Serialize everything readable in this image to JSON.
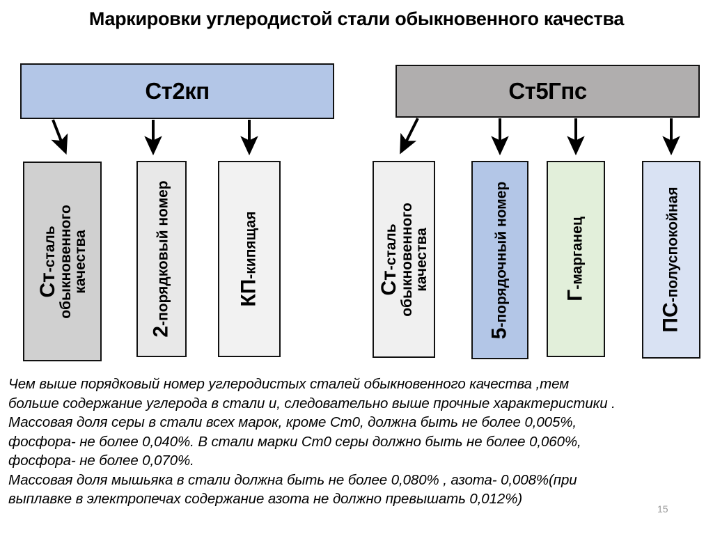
{
  "slide": {
    "title": "Маркировки  углеродистой стали обыкновенного  качества",
    "page_number": "15"
  },
  "colors": {
    "header_left_bg": "#b3c6e7",
    "header_right_bg": "#b0aeae",
    "box_gray": "#d0d0d0",
    "box_light": "#e8e8e8",
    "box_white": "#f2f2f2",
    "box_blue": "#b3c6e7",
    "box_green": "#e2efda",
    "box_paleblue": "#d9e2f3",
    "outline": "#111111",
    "page_number": "#999999"
  },
  "groups": [
    {
      "id": "left",
      "header": "Ст2кп",
      "components": [
        {
          "code": "Ст",
          "desc": "-сталь",
          "desc_line2": "обыкновенного",
          "desc_line3": "качества"
        },
        {
          "code": "2",
          "desc": "-порядковый номер",
          "desc_line2": "",
          "desc_line3": ""
        },
        {
          "code": "КП",
          "desc": "-кипящая",
          "desc_line2": "",
          "desc_line3": ""
        }
      ]
    },
    {
      "id": "right",
      "header": "Ст5Гпс",
      "components": [
        {
          "code": "Ст",
          "desc": "-сталь",
          "desc_line2": "обыкновенного",
          "desc_line3": "качества"
        },
        {
          "code": "5",
          "desc": "-порядочный номер",
          "desc_line2": "",
          "desc_line3": ""
        },
        {
          "code": "Г",
          "desc": "-марганец",
          "desc_line2": "",
          "desc_line3": ""
        },
        {
          "code": "ПС",
          "desc": "-полуспокойная",
          "desc_line2": "",
          "desc_line3": ""
        }
      ]
    }
  ],
  "body": {
    "lines": [
      "Чем выше порядковый  номер углеродистых сталей обыкновенного качества ,тем",
      "больше содержание углерода в стали и, следовательно выше прочные характеристики .",
      "Массовая доля серы в стали всех марок, кроме Ст0, должна быть не более 0,005%,",
      "фосфора- не более 0,040%. В стали марки Ст0 серы должно быть не более 0,060%,",
      "фосфора- не более 0,070%.",
      "Массовая доля мышьяка в стали должна быть не более 0,080% , азота- 0,008%(при",
      "выплавке в электропечах содержание азота не должно превышать 0,012%)"
    ]
  }
}
